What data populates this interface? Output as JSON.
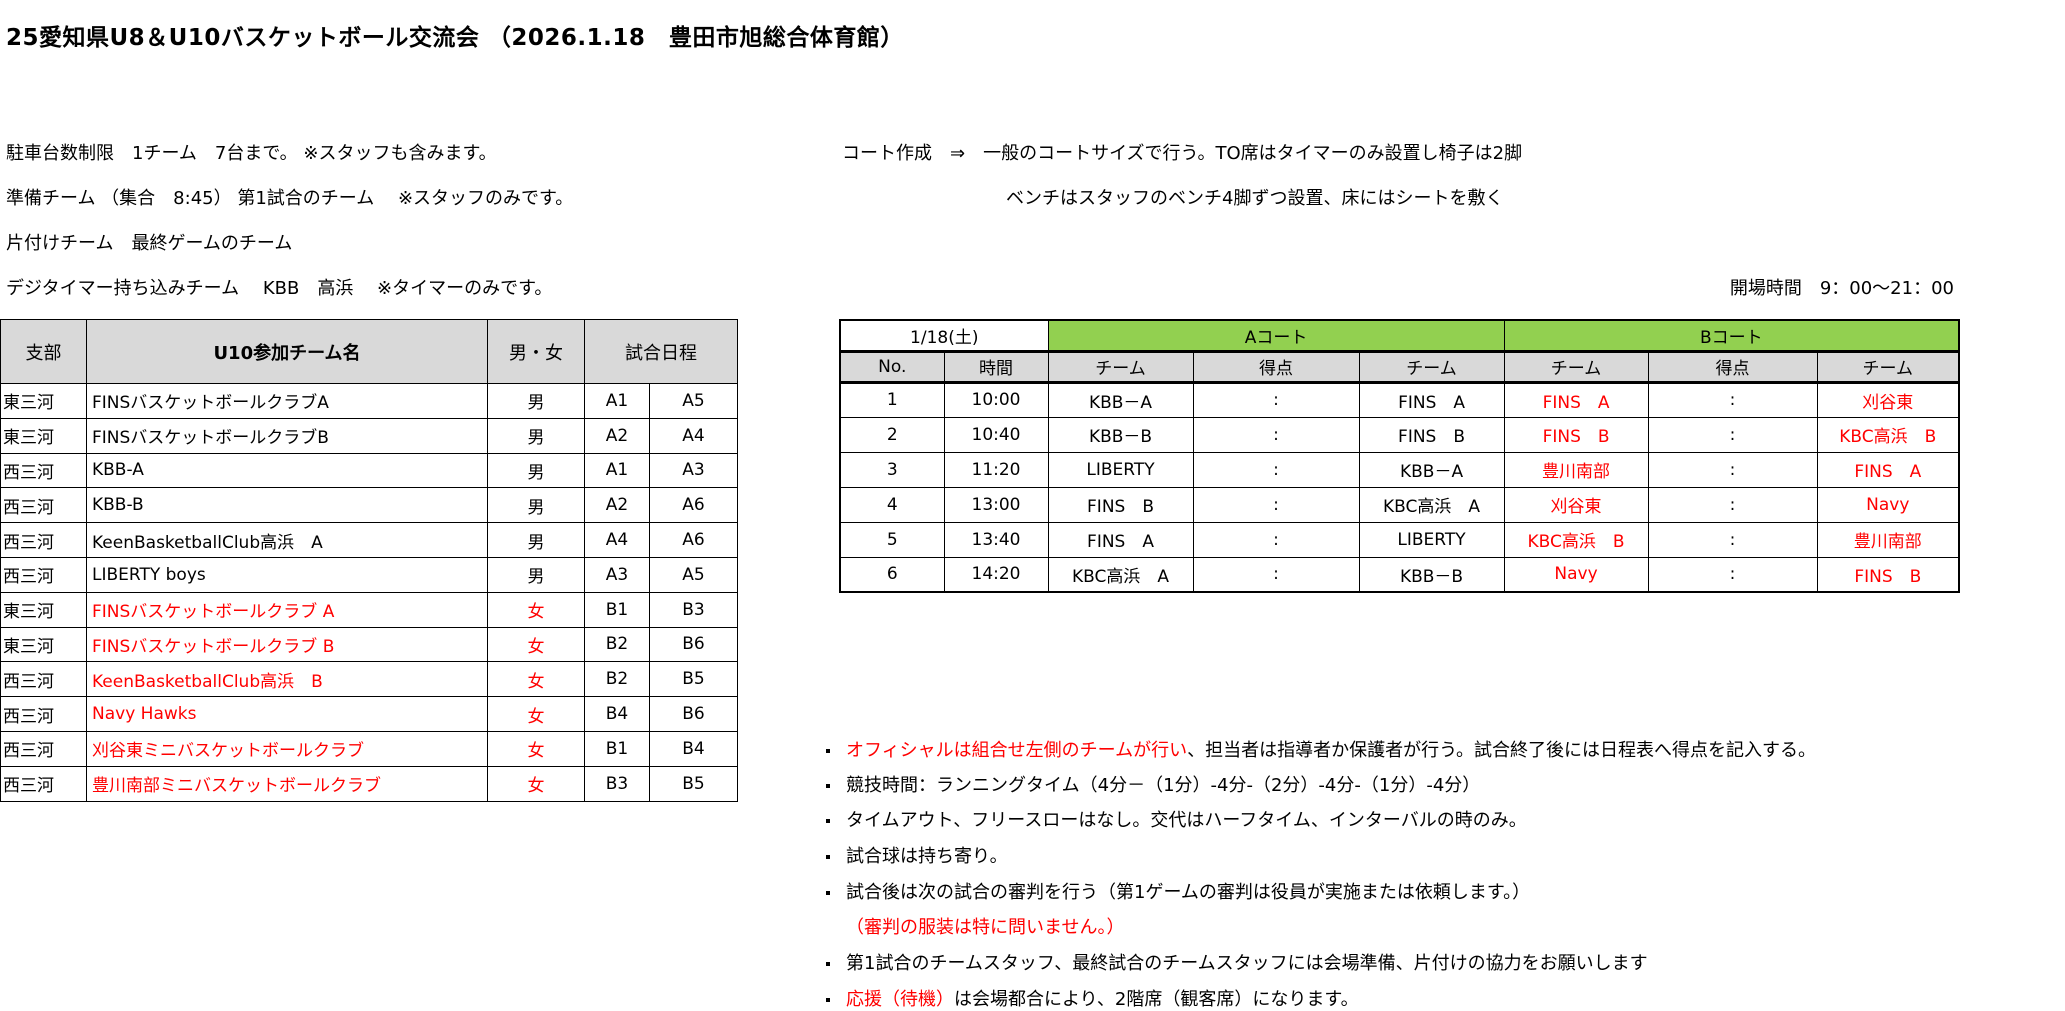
{
  "title": "25愛知県U8＆U10バスケットボール交流会 （2026.1.18　豊田市旭総合体育館）",
  "notes_left": [
    "駐車台数制限　1チーム　7台まで。 ※スタッフも含みます。",
    "準備チーム （集合　8:45） 第1試合のチーム　 ※スタッフのみです。",
    "片付けチーム　最終ゲームのチーム",
    "デジタイマー持ち込みチーム　 KBB　高浜　 ※タイマーのみです。"
  ],
  "notes_right": [
    "コート作成　⇒　一般のコートサイズで行う。TO席はタイマーのみ設置し椅子は2脚",
    "ベンチはスタッフのベンチ4脚ずつ設置、床にはシートを敷く"
  ],
  "opening_time": "開場時間　9：00～21：00",
  "teams_table": {
    "headers": {
      "branch": "支部",
      "name": "U10参加チーム名",
      "gender": "男・女",
      "schedule": "試合日程"
    },
    "rows": [
      {
        "branch": "東三河",
        "name": "FINSバスケットボールクラブA",
        "gender": "男",
        "g1": "A1",
        "g2": "A5",
        "red": false
      },
      {
        "branch": "東三河",
        "name": "FINSバスケットボールクラブB",
        "gender": "男",
        "g1": "A2",
        "g2": "A4",
        "red": false
      },
      {
        "branch": "西三河",
        "name": "KBB-A",
        "gender": "男",
        "g1": "A1",
        "g2": "A3",
        "red": false
      },
      {
        "branch": "西三河",
        "name": "KBB-B",
        "gender": "男",
        "g1": "A2",
        "g2": "A6",
        "red": false
      },
      {
        "branch": "西三河",
        "name": "KeenBasketballClub高浜　A",
        "gender": "男",
        "g1": "A4",
        "g2": "A6",
        "red": false
      },
      {
        "branch": "西三河",
        "name": "LIBERTY boys",
        "gender": "男",
        "g1": "A3",
        "g2": "A5",
        "red": false
      },
      {
        "branch": "東三河",
        "name": "FINSバスケットボールクラブ A",
        "gender": "女",
        "g1": "B1",
        "g2": "B3",
        "red": true
      },
      {
        "branch": "東三河",
        "name": "FINSバスケットボールクラブ B",
        "gender": "女",
        "g1": "B2",
        "g2": "B6",
        "red": true
      },
      {
        "branch": "西三河",
        "name": "KeenBasketballClub高浜　B",
        "gender": "女",
        "g1": "B2",
        "g2": "B5",
        "red": true
      },
      {
        "branch": "西三河",
        "name": "Navy Hawks",
        "gender": "女",
        "g1": "B4",
        "g2": "B6",
        "red": true
      },
      {
        "branch": "西三河",
        "name": "刈谷東ミニバスケットボールクラブ",
        "gender": "女",
        "g1": "B1",
        "g2": "B4",
        "red": true
      },
      {
        "branch": "西三河",
        "name": "豊川南部ミニバスケットボールクラブ",
        "gender": "女",
        "g1": "B3",
        "g2": "B5",
        "red": true
      }
    ]
  },
  "schedule_table": {
    "date": "1/18(土)",
    "court_a": "Aコート",
    "court_b": "Bコート",
    "headers": [
      "No.",
      "時間",
      "チーム",
      "得点",
      "チーム",
      "チーム",
      "得点",
      "チーム"
    ],
    "rows": [
      {
        "no": "1",
        "time": "10:00",
        "a1": "KBB－A",
        "as": ":",
        "a2": "FINS　A",
        "b1": "FINS　A",
        "bs": ":",
        "b2": "刈谷東"
      },
      {
        "no": "2",
        "time": "10:40",
        "a1": "KBB－B",
        "as": ":",
        "a2": "FINS　B",
        "b1": "FINS　B",
        "bs": ":",
        "b2": "KBC高浜　B"
      },
      {
        "no": "3",
        "time": "11:20",
        "a1": "LIBERTY",
        "as": ":",
        "a2": "KBB－A",
        "b1": "豊川南部",
        "bs": ":",
        "b2": "FINS　A"
      },
      {
        "no": "4",
        "time": "13:00",
        "a1": "FINS　B",
        "as": ":",
        "a2": "KBC高浜　A",
        "b1": "刈谷東",
        "bs": ":",
        "b2": "Navy"
      },
      {
        "no": "5",
        "time": "13:40",
        "a1": "FINS　A",
        "as": ":",
        "a2": "LIBERTY",
        "b1": "KBC高浜　B",
        "bs": ":",
        "b2": "豊川南部"
      },
      {
        "no": "6",
        "time": "14:20",
        "a1": "KBC高浜　A",
        "as": ":",
        "a2": "KBB－B",
        "b1": "Navy",
        "bs": ":",
        "b2": "FINS　B"
      }
    ]
  },
  "rules": [
    {
      "red": "オフィシャルは組合せ左側のチームが行い",
      "text": "、担当者は指導者か保護者が行う。試合終了後には日程表へ得点を記入する。"
    },
    {
      "red": "",
      "text": "競技時間：ランニングタイム（4分－（1分）-4分-（2分）-4分-（1分）-4分）"
    },
    {
      "red": "",
      "text": "タイムアウト、フリースローはなし。交代はハーフタイム、インターバルの時のみ。"
    },
    {
      "red": "",
      "text": "試合球は持ち寄り。"
    },
    {
      "red": "",
      "text": "試合後は次の試合の審判を行う（第1ゲームの審判は役員が実施または依頼します。）"
    },
    {
      "red": "",
      "text": "第1試合のチームスタッフ、最終試合のチームスタッフには会場準備、片付けの協力をお願いします"
    },
    {
      "red": "応援（待機）",
      "text": "は会場都合により、2階席（観客席）になります。"
    }
  ],
  "referee_note": "（審判の服装は特に問いません。）",
  "colors": {
    "red": "#ff0000",
    "court_header": "#92d050",
    "header_gray": "#d9d9d9"
  }
}
